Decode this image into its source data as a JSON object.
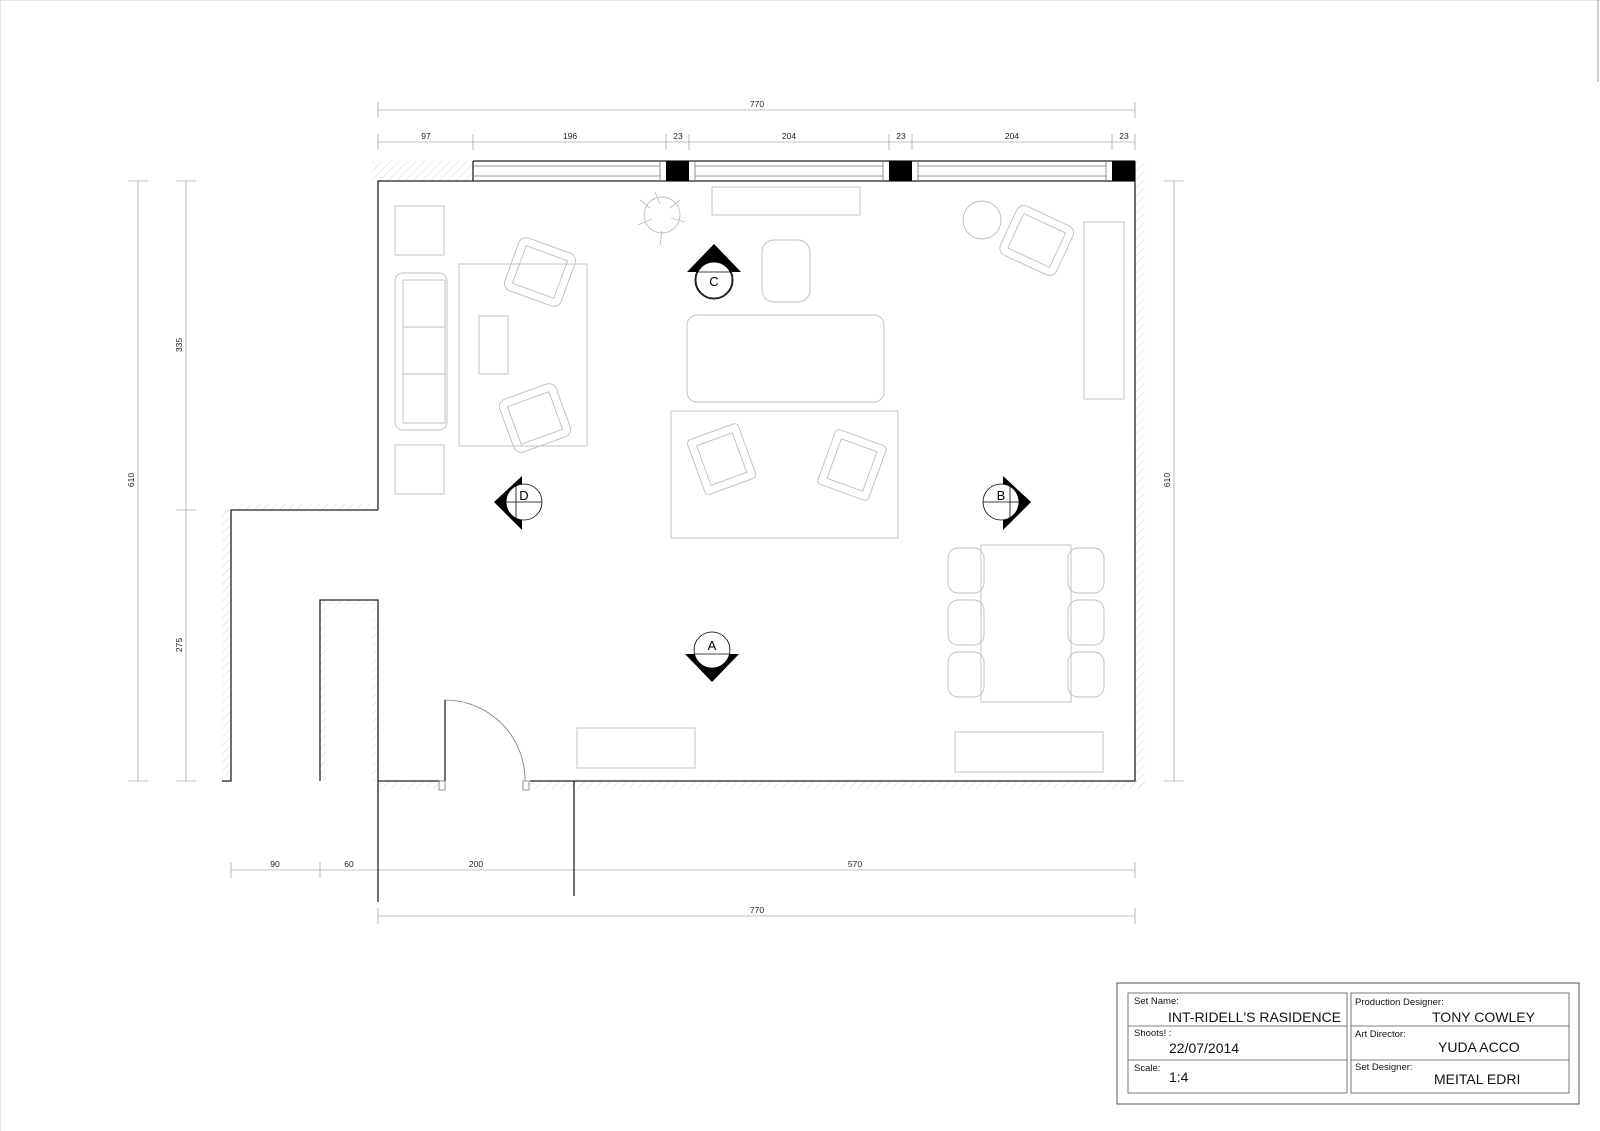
{
  "dimensions": {
    "top_total": "770",
    "top_segments": [
      "97",
      "196",
      "23",
      "204",
      "23",
      "204",
      "23"
    ],
    "left_total": "610",
    "left_upper": "335",
    "left_lower": "275",
    "right_total": "610",
    "bottom_segments": [
      "90",
      "60",
      "200",
      "570"
    ],
    "bottom_total": "770"
  },
  "camera_markers": [
    "A",
    "B",
    "C",
    "D"
  ],
  "title_block": {
    "set_name_caption": "Set Name:",
    "set_name": "INT-RIDELL'S RASIDENCE",
    "shoots_caption": "Shoots! :",
    "shoots": "22/07/2014",
    "scale_caption": "Scale:",
    "scale": "1:4",
    "production_designer_caption": "Production Designer:",
    "production_designer": "TONY COWLEY",
    "art_director_caption": "Art Director:",
    "art_director": "YUDA ACCO",
    "set_designer_caption": "Set Designer:",
    "set_designer": "MEITAL EDRI"
  }
}
